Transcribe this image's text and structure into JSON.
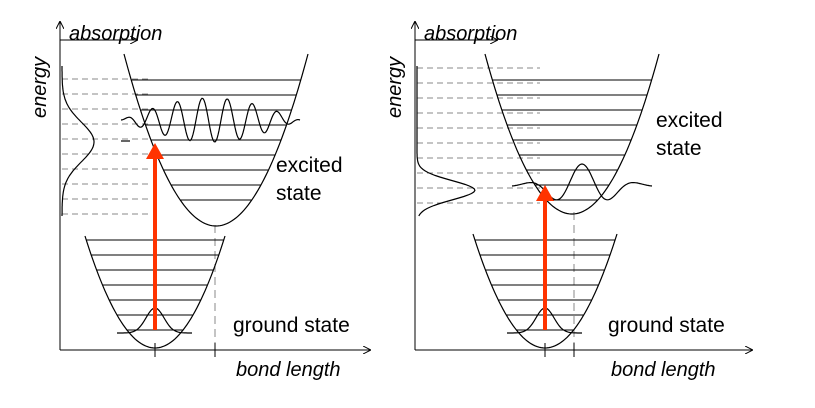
{
  "panels": [
    {
      "id": "left",
      "axis_y_label": "energy",
      "axis_x_label": "bond length",
      "absorption_label": "absorption",
      "excited_label_line1": "excited",
      "excited_label_line2": "state",
      "ground_label": "ground state"
    },
    {
      "id": "right",
      "axis_y_label": "energy",
      "axis_x_label": "bond length",
      "absorption_label": "absorption",
      "excited_label_line1": "excited",
      "excited_label_line2": "state",
      "ground_label": "ground state"
    }
  ],
  "colors": {
    "arrow": "#ff3300",
    "lines": "#000000",
    "dashed": "#888888"
  }
}
